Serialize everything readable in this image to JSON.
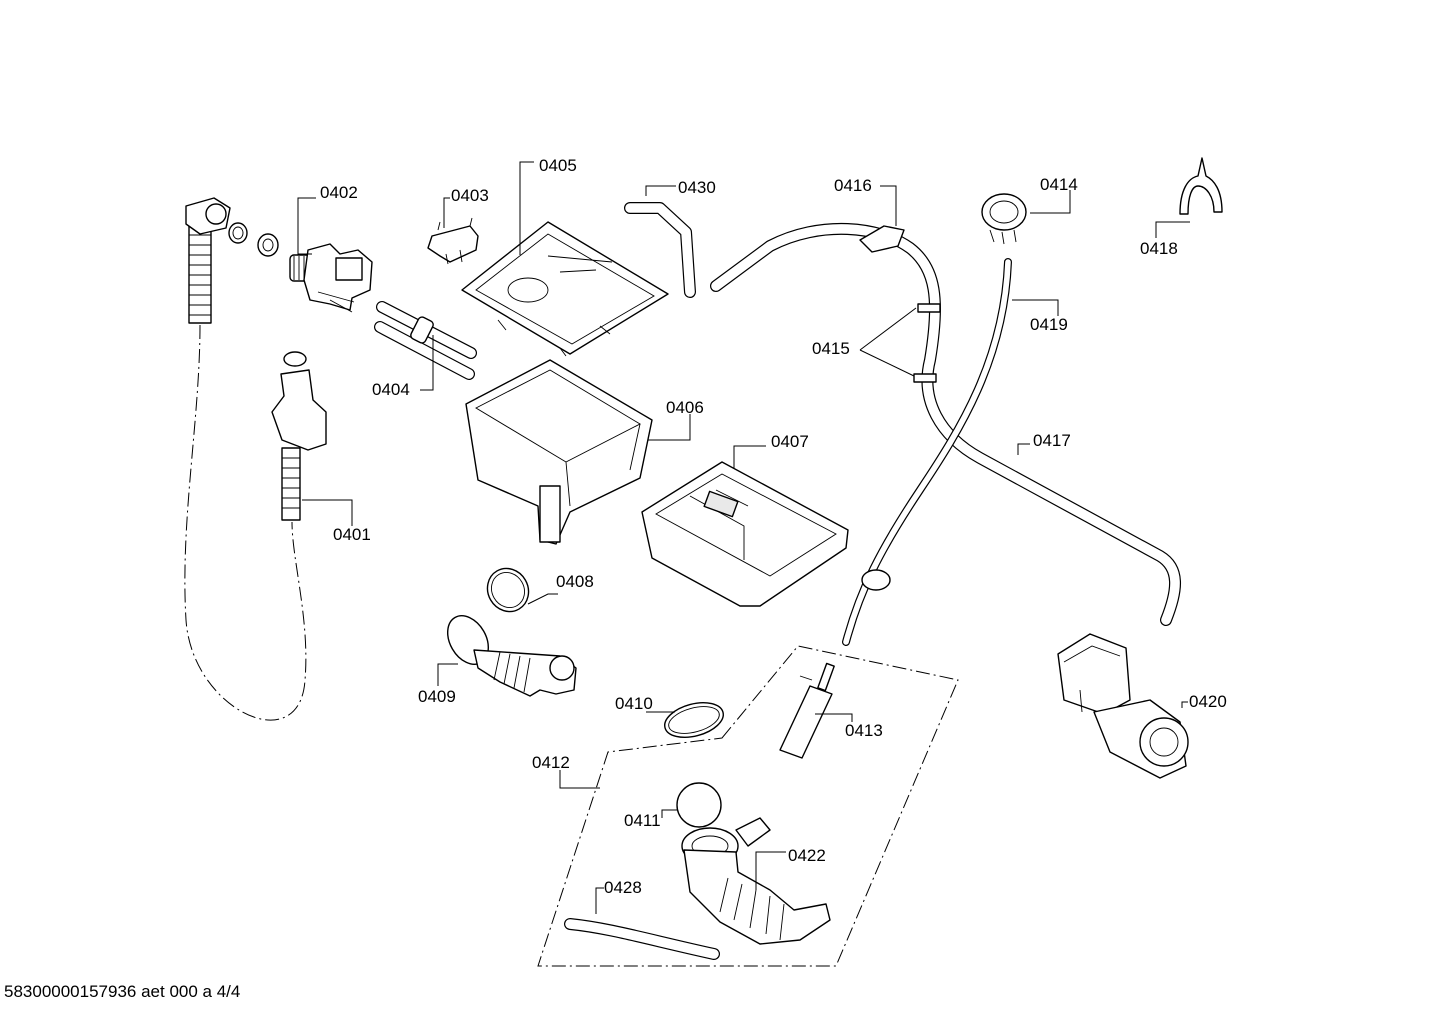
{
  "labels": {
    "p0401": "0401",
    "p0402": "0402",
    "p0403": "0403",
    "p0404": "0404",
    "p0405": "0405",
    "p0406": "0406",
    "p0407": "0407",
    "p0408": "0408",
    "p0409": "0409",
    "p0410": "0410",
    "p0411": "0411",
    "p0412": "0412",
    "p0413": "0413",
    "p0414": "0414",
    "p0415": "0415",
    "p0416": "0416",
    "p0417": "0417",
    "p0418": "0418",
    "p0419": "0419",
    "p0420": "0420",
    "p0422": "0422",
    "p0428": "0428",
    "p0430": "0430"
  },
  "footer": "58300000157936 aet 000 a 4/4"
}
